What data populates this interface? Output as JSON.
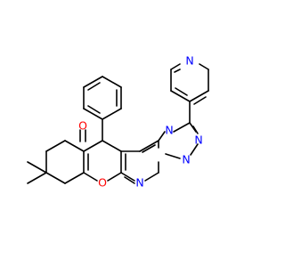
{
  "diagram": {
    "atoms": [
      {
        "id": "o_carbonyl",
        "symbol": "O",
        "color": "#ff0000"
      },
      {
        "id": "o_ring",
        "symbol": "O",
        "color": "#ff0000"
      },
      {
        "id": "n_pyrimidine",
        "symbol": "N",
        "color": "#0000ff"
      },
      {
        "id": "n_triazole_left",
        "symbol": "N",
        "color": "#0000ff"
      },
      {
        "id": "n_triazole_right",
        "symbol": "N",
        "color": "#0000ff"
      },
      {
        "id": "n_triazole_bottom",
        "symbol": "N",
        "color": "#0000ff"
      },
      {
        "id": "n_pyridine",
        "symbol": "N",
        "color": "#0000ff"
      }
    ]
  }
}
